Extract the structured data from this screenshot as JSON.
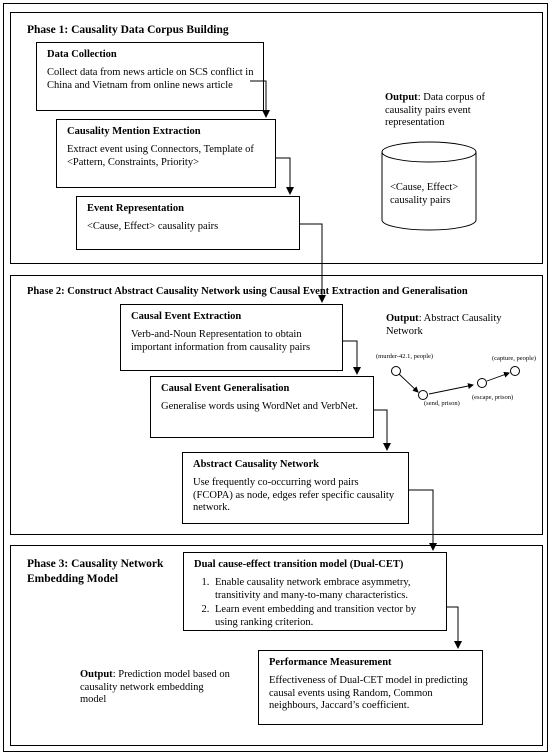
{
  "phase1": {
    "title": "Phase 1: Causality Data Corpus Building",
    "data_collection": {
      "title": "Data Collection",
      "body": "Collect data from news article on SCS conflict in China and Vietnam from online news article"
    },
    "mention_extraction": {
      "title": "Causality Mention Extraction",
      "body": "Extract event using Connectors, Template of <Pattern, Constraints, Priority>"
    },
    "event_representation": {
      "title": "Event Representation",
      "body": "<Cause, Effect> causality pairs"
    },
    "output": {
      "label": "Output",
      "text": ": Data corpus of causality pairs event representation"
    },
    "cylinder_text": "<Cause, Effect> causality pairs"
  },
  "phase2": {
    "title": "Phase 2: Construct Abstract Causality Network using Causal Event Extraction and Generalisation",
    "event_extraction": {
      "title": "Causal Event Extraction",
      "body": "Verb-and-Noun Representation to obtain important information from causality pairs"
    },
    "event_generalisation": {
      "title": "Causal Event Generalisation",
      "body": "Generalise words using WordNet and VerbNet."
    },
    "abstract_network": {
      "title": "Abstract Causality Network",
      "body": "Use frequently co-occurring word pairs (FCOPA) as node, edges refer specific causality network."
    },
    "output": {
      "label": "Output",
      "text": ": Abstract Causality Network"
    },
    "graph": {
      "node_labels": [
        "(murder-42.1, people)",
        "(send, prison)",
        "(escape, prison)",
        "(capture, people)"
      ]
    }
  },
  "phase3": {
    "title_line1": "Phase 3: Causality Network",
    "title_line2": "Embedding Model",
    "dual_cet": {
      "title": "Dual cause-effect transition model (Dual-CET)",
      "items": [
        "Enable causality network embrace asymmetry, transitivity and many-to-many characteristics.",
        "Learn event embedding and transition vector by using ranking criterion."
      ]
    },
    "performance": {
      "title": "Performance Measurement",
      "body": "Effectiveness of Dual-CET model in predicting causal events using Random, Common neighbours, Jaccard’s coefficient."
    },
    "output": {
      "label": "Output",
      "text": ": Prediction model based on causality network embedding model"
    }
  }
}
